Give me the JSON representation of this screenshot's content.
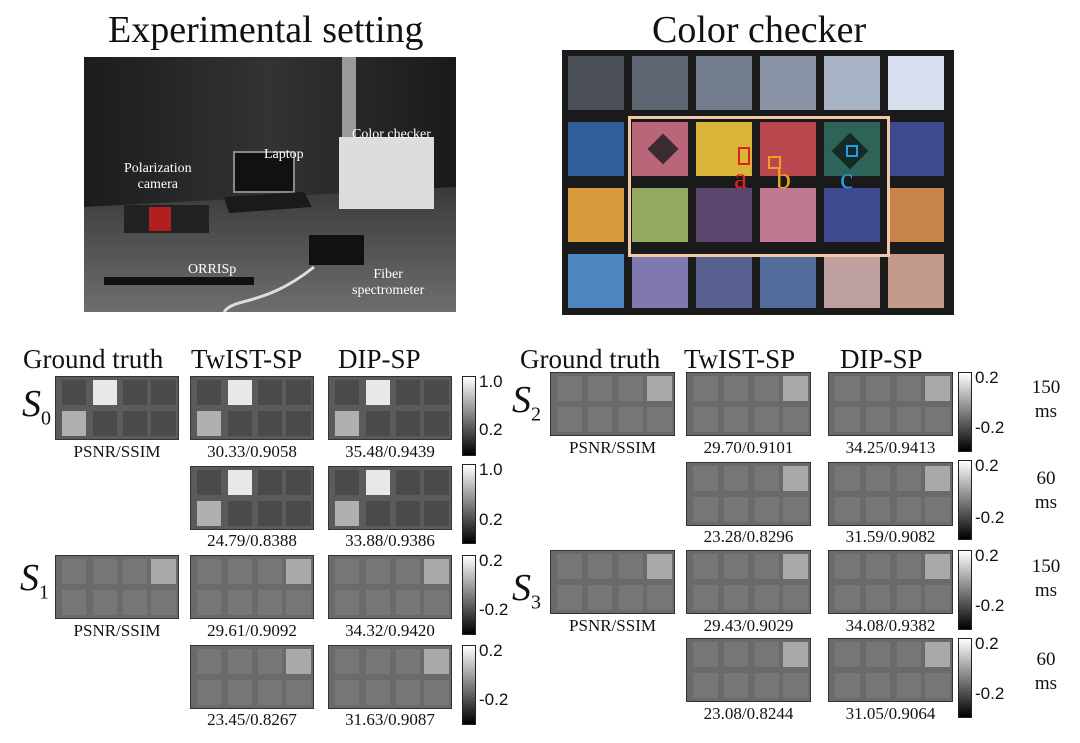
{
  "titles": {
    "left": "Experimental setting",
    "right": "Color checker"
  },
  "setting_labels": {
    "color_checker": "Color checker",
    "laptop": "Laptop",
    "camera": "Polarization\ncamera",
    "orrisp": "ORRISp",
    "spectrometer": "Fiber\nspectrometer"
  },
  "checker_marks": {
    "a": "a",
    "b": "b",
    "c": "c"
  },
  "headers": {
    "gt": "Ground truth",
    "twist": "TwIST-SP",
    "dip": "DIP-SP"
  },
  "stokes": {
    "s0": "S",
    "s0sub": "0",
    "s1": "S",
    "s1sub": "1",
    "s2": "S",
    "s2sub": "2",
    "s3": "S",
    "s3sub": "3"
  },
  "psnr_label": "PSNR/SSIM",
  "metrics": {
    "s0_150_twist": "30.33/0.9058",
    "s0_150_dip": "35.48/0.9439",
    "s0_60_twist": "24.79/0.8388",
    "s0_60_dip": "33.88/0.9386",
    "s1_150_twist": "29.61/0.9092",
    "s1_150_dip": "34.32/0.9420",
    "s1_60_twist": "23.45/0.8267",
    "s1_60_dip": "31.63/0.9087",
    "s2_150_twist": "29.70/0.9101",
    "s2_150_dip": "34.25/0.9413",
    "s2_60_twist": "23.28/0.8296",
    "s2_60_dip": "31.59/0.9082",
    "s3_150_twist": "29.43/0.9029",
    "s3_150_dip": "34.08/0.9382",
    "s3_60_twist": "23.08/0.8244",
    "s3_60_dip": "31.05/0.9064"
  },
  "colorbars": {
    "s0": {
      "top": "1.0",
      "bottom": "0.2"
    },
    "signed": {
      "top": "0.2",
      "bottom": "-0.2"
    }
  },
  "exposures": {
    "e150": "150",
    "e60": "60",
    "unit": "ms"
  },
  "checker_colors": [
    [
      "#4a4f58",
      "#5d6472",
      "#737c8c",
      "#8a94a6",
      "#a8b2c5",
      "#d8dfee"
    ],
    [
      "#2f5e9a",
      "#b9667a",
      "#d9b63a",
      "#b8484e",
      "#2e6458",
      "#3e4a8c"
    ],
    [
      "#d89a3a",
      "#93a861",
      "#5c466d",
      "#c07890",
      "#404a8e",
      "#c8834a"
    ],
    [
      "#4f86c0",
      "#7f79b0",
      "#58608f",
      "#546c9c",
      "#bfa0a0",
      "#c49a8a"
    ]
  ]
}
